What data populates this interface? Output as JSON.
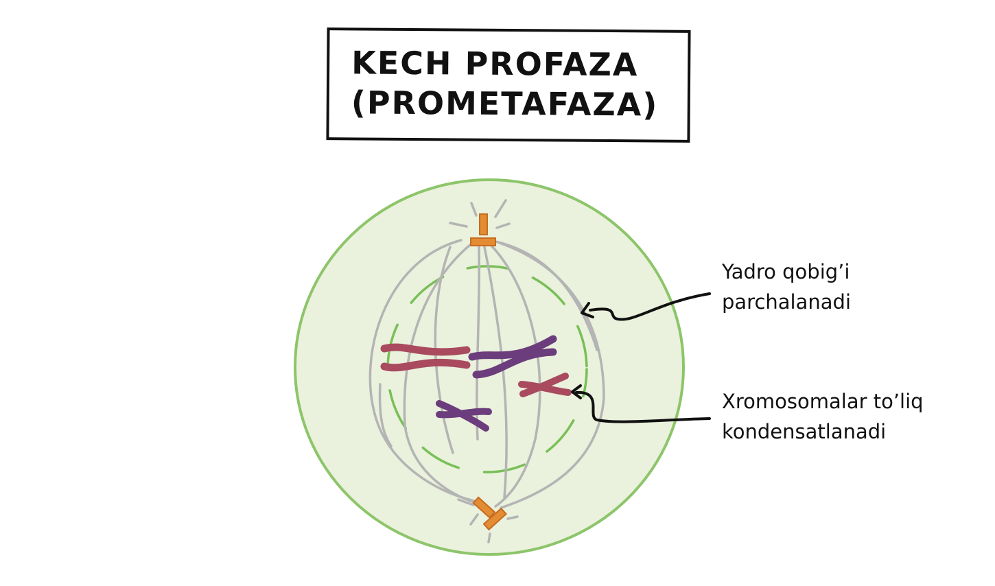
{
  "title": {
    "line1": "KECH PROFAZA",
    "line2": "(PROMETAFAZA)"
  },
  "labels": {
    "nuclear_envelope": {
      "line1": "Yadro qobig’i",
      "line2": "parchalanadi"
    },
    "chromosomes": {
      "line1": "Xromosomalar to’liq",
      "line2": "kondensatlanadi"
    }
  },
  "colors": {
    "cell_fill": "#eaf1dc",
    "cell_outline": "#8dc56a",
    "nuclear_envelope": "#78bf57",
    "spindle_fibers": "#b4b4b4",
    "centrosome": "#e38c34",
    "chromosome_red": "#a94a5f",
    "chromosome_purple": "#6c3d7d",
    "ink": "#111111"
  }
}
